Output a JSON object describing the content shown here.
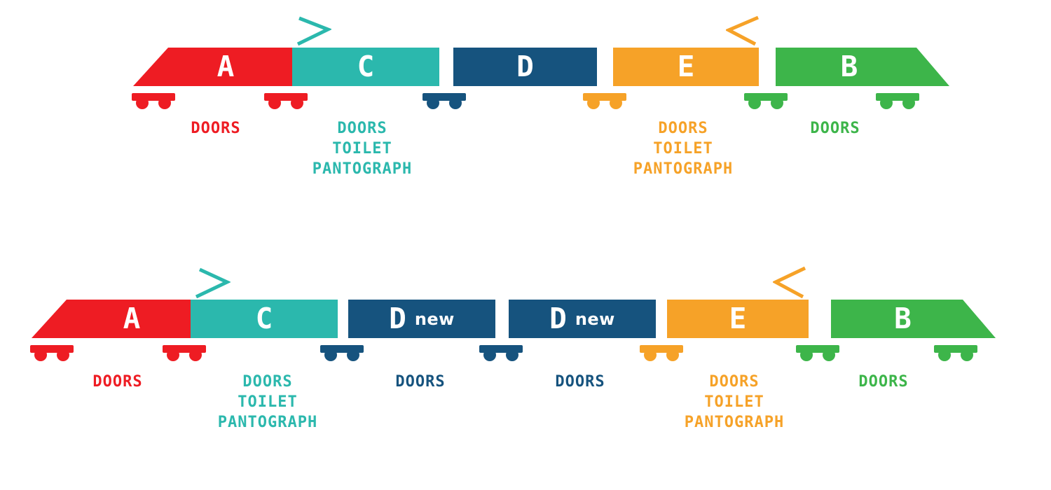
{
  "palette": {
    "red": "#ee1c23",
    "teal": "#2bb8ad",
    "navy": "#16537e",
    "orange": "#f6a228",
    "green": "#3db54a",
    "white": "#ffffff"
  },
  "trains": [
    {
      "cars": [
        {
          "letter": "A",
          "features": [
            "DOORS"
          ]
        },
        {
          "letter": "C",
          "pantograph": "right",
          "features": [
            "DOORS",
            "TOILET",
            "PANTOGRAPH"
          ]
        },
        {
          "letter": "D",
          "features": []
        },
        {
          "letter": "E",
          "pantograph": "left",
          "features": [
            "DOORS",
            "TOILET",
            "PANTOGRAPH"
          ]
        },
        {
          "letter": "B",
          "features": [
            "DOORS"
          ]
        }
      ]
    },
    {
      "cars": [
        {
          "letter": "A",
          "features": [
            "DOORS"
          ]
        },
        {
          "letter": "C",
          "pantograph": "right",
          "features": [
            "DOORS",
            "TOILET",
            "PANTOGRAPH"
          ]
        },
        {
          "letter": "D",
          "suffix": "new",
          "features": [
            "DOORS"
          ]
        },
        {
          "letter": "D",
          "suffix": "new",
          "features": [
            "DOORS"
          ]
        },
        {
          "letter": "E",
          "pantograph": "left",
          "features": [
            "DOORS",
            "TOILET",
            "PANTOGRAPH"
          ]
        },
        {
          "letter": "B",
          "features": [
            "DOORS"
          ]
        }
      ]
    }
  ]
}
